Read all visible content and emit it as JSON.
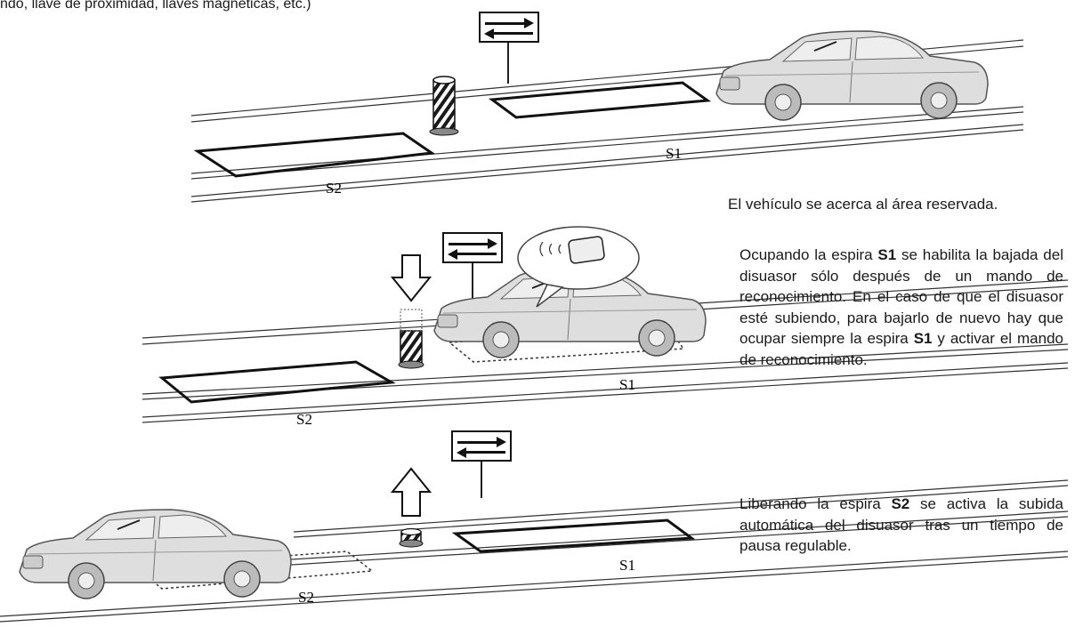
{
  "header": {
    "text": "ndo, llave de proximidad, llaves magnéticas, etc.)"
  },
  "loops": {
    "s1": "S1",
    "s2": "S2"
  },
  "captions": {
    "step1": "El vehículo se acerca al área reservada.",
    "step2": {
      "p1": "Ocupando la espira ",
      "b1": "S1",
      "p2": " se habilita la bajada del disuasor sólo después de un mando de reconocimiento. En el caso de que el disuasor esté subiendo, para bajarlo de nuevo hay que ocupar siempre la espira ",
      "b2": "S1",
      "p3": " y activar el mando de reconocimiento."
    },
    "step3": {
      "p1": "Liberando la espira ",
      "b1": "S2",
      "p2": " se activa la subida automática del disuasor tras un tiempo de pausa regulable."
    }
  },
  "icons": {
    "sign": "two-way-arrow-sign-icon",
    "arrow_down": "arrow-down-icon",
    "arrow_up": "arrow-up-icon",
    "remote": "remote-control-icon"
  },
  "colors": {
    "ink": "#1a1a1a",
    "car_fill": "#dedede",
    "car_stroke": "#555555"
  }
}
